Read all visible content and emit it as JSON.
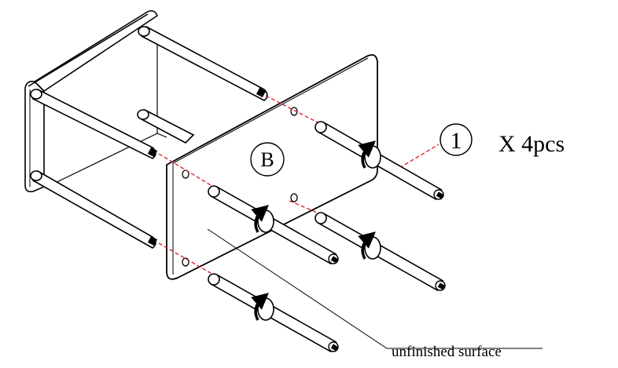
{
  "diagram": {
    "panel_label": "B",
    "part_number": "1",
    "quantity_label": "X 4pcs",
    "surface_note": "unfinished surface"
  },
  "colors": {
    "line": "#000000",
    "guide": "#e0141e",
    "fill": "#ffffff"
  }
}
